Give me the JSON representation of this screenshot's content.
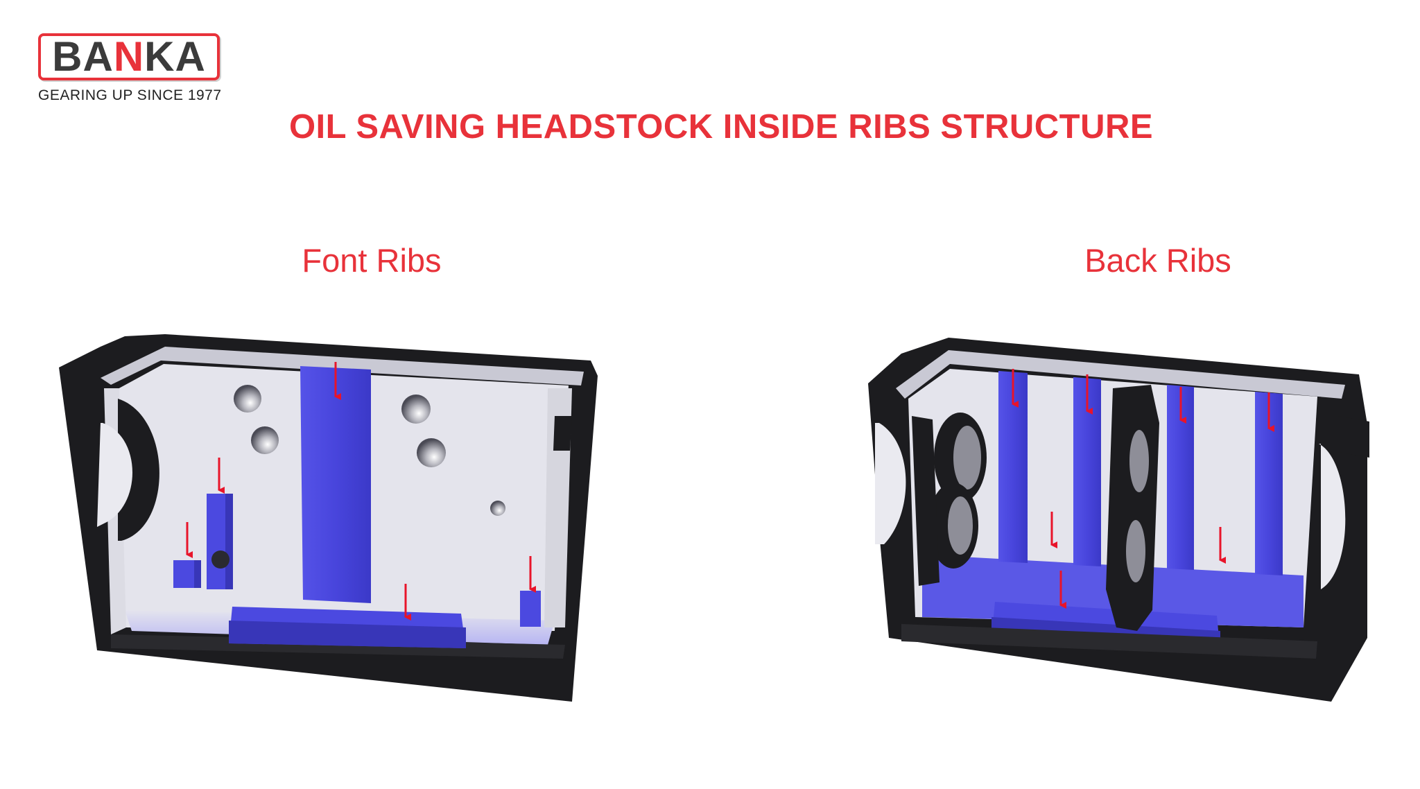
{
  "brand": {
    "logo_text_1": "BA",
    "logo_text_2": "N",
    "logo_text_3": "KA",
    "tagline": "GEARING UP SINCE 1977"
  },
  "title": "OIL SAVING HEADSTOCK INSIDE RIBS STRUCTURE",
  "panels": {
    "front_label": "Font Ribs",
    "back_label": "Back Ribs"
  },
  "colors": {
    "accent": "#e8323a",
    "rib": "#4b49e0",
    "casing": "#1c1c1f",
    "interior": "#e6e6ee"
  }
}
